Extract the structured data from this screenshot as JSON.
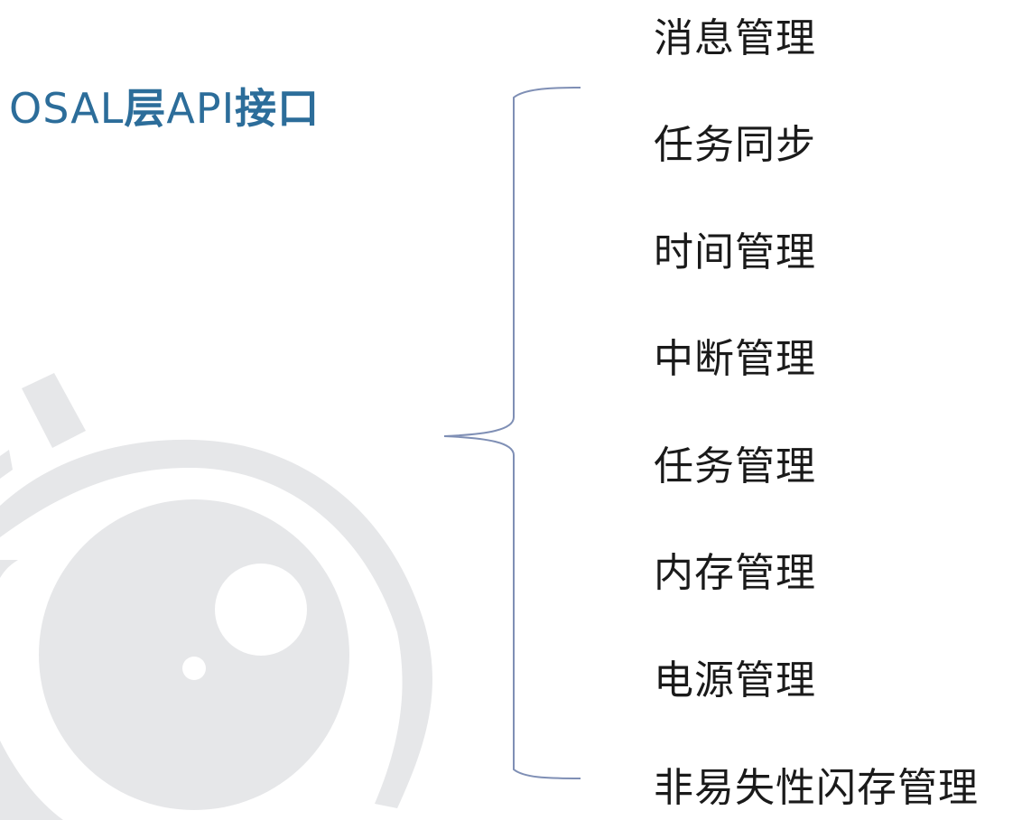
{
  "slide": {
    "title": {
      "latin_prefix": "OSAL",
      "cjk_1": "层",
      "latin_mid": "API",
      "cjk_2": "接口",
      "full": "OSAL层API接口",
      "color": "#2c6d9a"
    },
    "items": [
      {
        "label": "消息管理"
      },
      {
        "label": "任务同步"
      },
      {
        "label": "时间管理"
      },
      {
        "label": "中断管理"
      },
      {
        "label": "任务管理"
      },
      {
        "label": "内存管理"
      },
      {
        "label": "电源管理"
      },
      {
        "label": "非易失性闪存管理"
      }
    ],
    "bracket": {
      "color": "#7f8fb5",
      "icon": "curly-brace-left"
    },
    "watermark": {
      "icon": "camera-lens-watermark",
      "color": "#e6e7e9"
    }
  }
}
